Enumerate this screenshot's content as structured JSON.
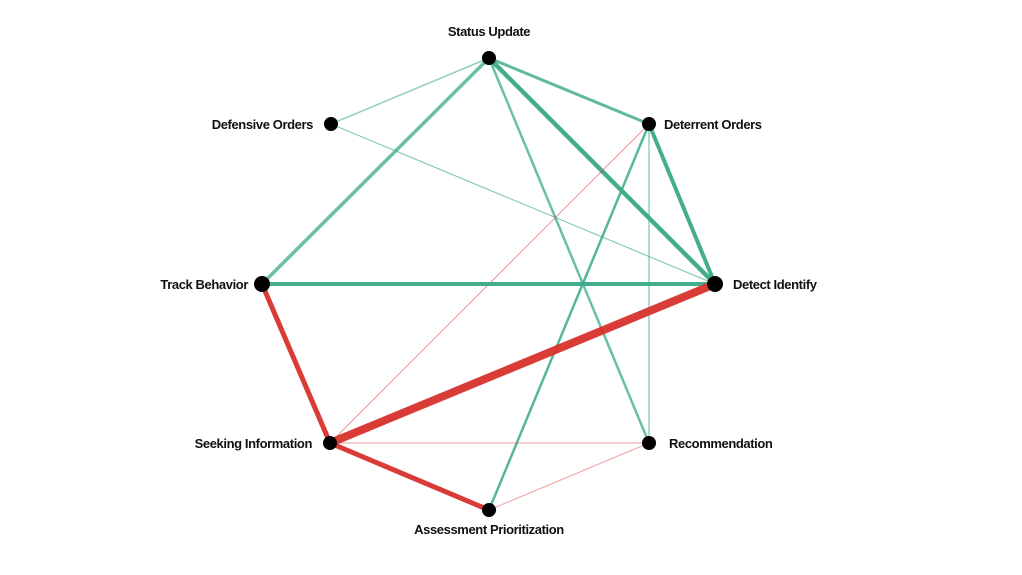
{
  "colors": {
    "positive": "#3aa988",
    "negative": "#d7302c",
    "node": "#000000"
  },
  "nodes": [
    {
      "id": "status",
      "label": "Status Update"
    },
    {
      "id": "defensive",
      "label": "Defensive Orders"
    },
    {
      "id": "deterrent",
      "label": "Deterrent Orders"
    },
    {
      "id": "track",
      "label": "Track Behavior"
    },
    {
      "id": "detect",
      "label": "Detect Identify"
    },
    {
      "id": "seeking",
      "label": "Seeking Information"
    },
    {
      "id": "recommend",
      "label": "Recommendation"
    },
    {
      "id": "assess",
      "label": "Assessment Prioritization"
    }
  ],
  "edges": [
    {
      "from": "status",
      "to": "defensive",
      "type": "positive",
      "weight": 1.5,
      "opacity": 0.55
    },
    {
      "from": "status",
      "to": "track",
      "type": "positive",
      "weight": 3.5,
      "opacity": 0.75
    },
    {
      "from": "status",
      "to": "deterrent",
      "type": "positive",
      "weight": 3,
      "opacity": 0.8
    },
    {
      "from": "status",
      "to": "detect",
      "type": "positive",
      "weight": 4.5,
      "opacity": 0.95
    },
    {
      "from": "status",
      "to": "recommend",
      "type": "positive",
      "weight": 2.5,
      "opacity": 0.75
    },
    {
      "from": "defensive",
      "to": "detect",
      "type": "positive",
      "weight": 1,
      "opacity": 0.7
    },
    {
      "from": "deterrent",
      "to": "detect",
      "type": "positive",
      "weight": 4,
      "opacity": 0.95
    },
    {
      "from": "deterrent",
      "to": "recommend",
      "type": "positive",
      "weight": 1.5,
      "opacity": 0.55
    },
    {
      "from": "deterrent",
      "to": "assess",
      "type": "positive",
      "weight": 2.5,
      "opacity": 0.85
    },
    {
      "from": "deterrent",
      "to": "seeking",
      "type": "negative",
      "weight": 1,
      "opacity": 0.5
    },
    {
      "from": "track",
      "to": "detect",
      "type": "positive",
      "weight": 4,
      "opacity": 0.95
    },
    {
      "from": "track",
      "to": "seeking",
      "type": "negative",
      "weight": 5,
      "opacity": 0.95
    },
    {
      "from": "seeking",
      "to": "detect",
      "type": "negative",
      "weight": 8,
      "opacity": 0.95
    },
    {
      "from": "seeking",
      "to": "recommend",
      "type": "negative",
      "weight": 1,
      "opacity": 0.45
    },
    {
      "from": "seeking",
      "to": "assess",
      "type": "negative",
      "weight": 5,
      "opacity": 0.95
    },
    {
      "from": "assess",
      "to": "recommend",
      "type": "negative",
      "weight": 1,
      "opacity": 0.45
    }
  ]
}
